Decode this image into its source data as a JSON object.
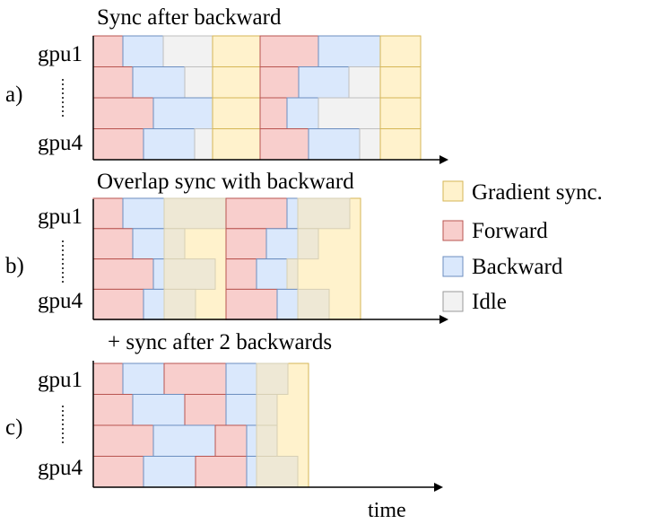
{
  "colors": {
    "forward": {
      "fill": "#f8cecc",
      "stroke": "#b85450"
    },
    "backward": {
      "fill": "#dae8fc",
      "stroke": "#6c8ebf"
    },
    "sync": {
      "fill": "#fff2cc",
      "stroke": "#d6b656"
    },
    "idle": {
      "fill": "#f2f2f2",
      "stroke": "#bfbfbf"
    },
    "idle_overlay": {
      "fill": "#eee8d5",
      "stroke": "#d7cfb4"
    }
  },
  "panels": [
    {
      "title": "Sync after backward",
      "label": "a)",
      "lane_top": "gpu1",
      "lane_bottom": "gpu4",
      "rows": [
        [
          [
            "F",
            0,
            33
          ],
          [
            "B",
            33,
            78
          ],
          [
            "I",
            78,
            133
          ],
          [
            "S",
            133,
            186
          ],
          [
            "F",
            186,
            251
          ],
          [
            "B",
            251,
            320
          ],
          [
            "S",
            320,
            365
          ]
        ],
        [
          [
            "F",
            0,
            44
          ],
          [
            "B",
            44,
            102
          ],
          [
            "I",
            102,
            133
          ],
          [
            "S",
            133,
            186
          ],
          [
            "F",
            186,
            229
          ],
          [
            "B",
            229,
            285
          ],
          [
            "I",
            285,
            320
          ],
          [
            "S",
            320,
            365
          ]
        ],
        [
          [
            "F",
            0,
            67
          ],
          [
            "B",
            67,
            133
          ],
          [
            "S",
            133,
            186
          ],
          [
            "F",
            186,
            216
          ],
          [
            "B",
            216,
            251
          ],
          [
            "I",
            251,
            320
          ],
          [
            "S",
            320,
            365
          ]
        ],
        [
          [
            "F",
            0,
            56
          ],
          [
            "B",
            56,
            113
          ],
          [
            "I",
            113,
            133
          ],
          [
            "S",
            133,
            186
          ],
          [
            "F",
            186,
            240
          ],
          [
            "B",
            240,
            297
          ],
          [
            "I",
            297,
            320
          ],
          [
            "S",
            320,
            365
          ]
        ]
      ]
    },
    {
      "title": "Overlap sync with backward",
      "label": "b)",
      "lane_top": "gpu1",
      "lane_bottom": "gpu4",
      "sync_windows": [
        [
          79,
          148
        ],
        [
          228,
          298
        ]
      ],
      "rows": [
        [
          [
            "F",
            0,
            33
          ],
          [
            "B",
            33,
            79
          ],
          [
            "O",
            79,
            148
          ],
          [
            "F",
            148,
            216
          ],
          [
            "B",
            216,
            228
          ],
          [
            "O",
            228,
            286
          ]
        ],
        [
          [
            "F",
            0,
            44
          ],
          [
            "B",
            44,
            79
          ],
          [
            "O",
            79,
            102
          ],
          [
            "F",
            148,
            193
          ],
          [
            "B",
            193,
            228
          ],
          [
            "O",
            228,
            251
          ]
        ],
        [
          [
            "F",
            0,
            67
          ],
          [
            "B",
            67,
            79
          ],
          [
            "O",
            79,
            136
          ],
          [
            "F",
            148,
            182
          ],
          [
            "B",
            182,
            216
          ],
          [
            "O",
            216,
            228
          ]
        ],
        [
          [
            "F",
            0,
            56
          ],
          [
            "B",
            56,
            79
          ],
          [
            "O",
            79,
            114
          ],
          [
            "F",
            148,
            205
          ],
          [
            "B",
            205,
            228
          ],
          [
            "O",
            228,
            263
          ]
        ]
      ]
    },
    {
      "title": "+ sync after 2 backwards",
      "label": "c)",
      "lane_top": "gpu1",
      "lane_bottom": "gpu4",
      "sync_windows": [
        [
          182,
          240
        ]
      ],
      "rows": [
        [
          [
            "F",
            0,
            33
          ],
          [
            "B",
            33,
            79
          ],
          [
            "F",
            79,
            148
          ],
          [
            "B",
            148,
            182
          ],
          [
            "O",
            182,
            217
          ]
        ],
        [
          [
            "F",
            0,
            44
          ],
          [
            "B",
            44,
            102
          ],
          [
            "F",
            102,
            148
          ],
          [
            "B",
            148,
            182
          ],
          [
            "O",
            182,
            205
          ]
        ],
        [
          [
            "F",
            0,
            67
          ],
          [
            "B",
            67,
            136
          ],
          [
            "F",
            136,
            171
          ],
          [
            "B",
            171,
            182
          ],
          [
            "O",
            182,
            205
          ]
        ],
        [
          [
            "F",
            0,
            56
          ],
          [
            "B",
            56,
            114
          ],
          [
            "F",
            114,
            171
          ],
          [
            "B",
            171,
            182
          ],
          [
            "O",
            182,
            228
          ]
        ]
      ]
    }
  ],
  "legend": [
    {
      "key": "sync",
      "label": "Gradient sync."
    },
    {
      "key": "forward",
      "label": "Forward"
    },
    {
      "key": "backward",
      "label": "Backward"
    },
    {
      "key": "idle",
      "label": "Idle"
    }
  ],
  "axis_label": "time"
}
